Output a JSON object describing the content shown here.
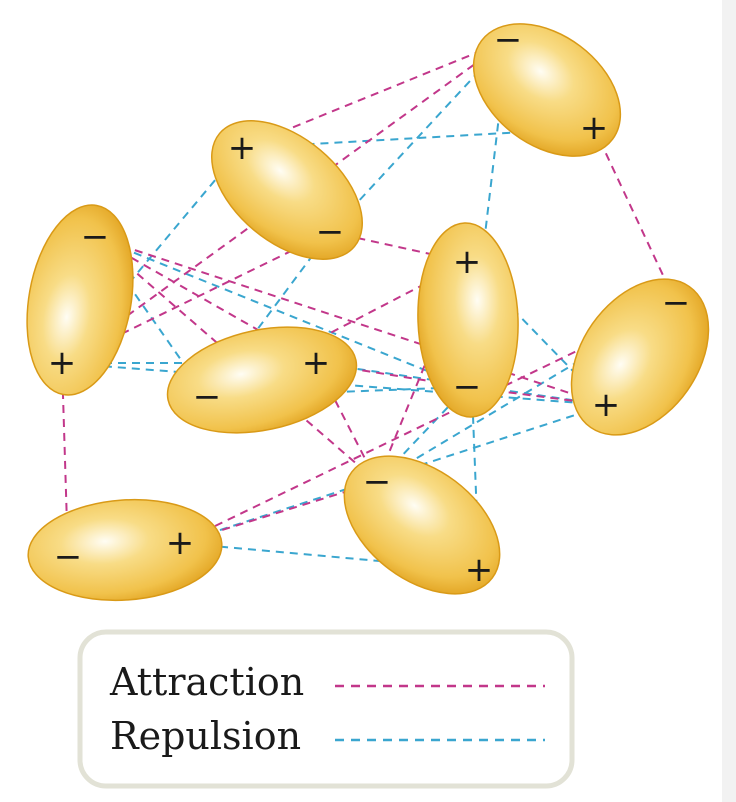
{
  "colors": {
    "attraction": "#c2378a",
    "repulsion": "#3aa6cf",
    "molecule_fill": "#f1c24b",
    "molecule_edge": "#d99a17",
    "legend_border": "#e2e2d6"
  },
  "molecules": [
    {
      "id": "m1",
      "pos_charge": "+",
      "neg_charge": "−"
    },
    {
      "id": "m2",
      "pos_charge": "+",
      "neg_charge": "−"
    },
    {
      "id": "m3",
      "pos_charge": "+",
      "neg_charge": "−"
    },
    {
      "id": "m4",
      "pos_charge": "+",
      "neg_charge": "−"
    },
    {
      "id": "m5",
      "pos_charge": "+",
      "neg_charge": "−"
    },
    {
      "id": "m6",
      "pos_charge": "+",
      "neg_charge": "−"
    },
    {
      "id": "m7",
      "pos_charge": "+",
      "neg_charge": "−"
    },
    {
      "id": "m8",
      "pos_charge": "+",
      "neg_charge": "−"
    }
  ],
  "interactions": {
    "attraction": [
      [
        "m1",
        "neg",
        "m2",
        "pos"
      ],
      [
        "m1",
        "neg",
        "m3",
        "pos"
      ],
      [
        "m1",
        "pos",
        "m6",
        "neg"
      ],
      [
        "m2",
        "neg",
        "m3",
        "pos"
      ],
      [
        "m3",
        "neg",
        "m4",
        "pos"
      ],
      [
        "m3",
        "neg",
        "m6",
        "pos"
      ],
      [
        "m4",
        "neg",
        "m5",
        "pos"
      ],
      [
        "m5",
        "neg",
        "m6",
        "pos"
      ],
      [
        "m5",
        "pos",
        "m7",
        "neg"
      ],
      [
        "m6",
        "neg",
        "m8",
        "pos"
      ],
      [
        "m4",
        "pos",
        "m7",
        "neg"
      ],
      [
        "m2",
        "neg",
        "m5",
        "pos"
      ],
      [
        "m3",
        "pos",
        "m8",
        "neg"
      ],
      [
        "m7",
        "neg",
        "m8",
        "pos"
      ],
      [
        "m5",
        "neg",
        "m4",
        "pos"
      ],
      [
        "m3",
        "neg",
        "m7",
        "pos"
      ]
    ],
    "repulsion": [
      [
        "m1",
        "neg",
        "m2",
        "neg"
      ],
      [
        "m1",
        "neg",
        "m5",
        "neg"
      ],
      [
        "m1",
        "pos",
        "m2",
        "pos"
      ],
      [
        "m2",
        "neg",
        "m4",
        "neg"
      ],
      [
        "m3",
        "pos",
        "m4",
        "pos"
      ],
      [
        "m3",
        "pos",
        "m6",
        "pos"
      ],
      [
        "m3",
        "neg",
        "m4",
        "neg"
      ],
      [
        "m3",
        "neg",
        "m5",
        "neg"
      ],
      [
        "m4",
        "neg",
        "m5",
        "neg"
      ],
      [
        "m4",
        "pos",
        "m6",
        "pos"
      ],
      [
        "m5",
        "pos",
        "m7",
        "pos"
      ],
      [
        "m5",
        "neg",
        "m7",
        "neg"
      ],
      [
        "m6",
        "neg",
        "m7",
        "neg"
      ],
      [
        "m8",
        "pos",
        "m6",
        "pos"
      ],
      [
        "m7",
        "pos",
        "m8",
        "pos"
      ],
      [
        "m2",
        "pos",
        "m3",
        "pos"
      ],
      [
        "m6",
        "pos",
        "m5",
        "pos"
      ]
    ]
  },
  "legend": {
    "attraction_label": "Attraction",
    "repulsion_label": "Repulsion"
  }
}
